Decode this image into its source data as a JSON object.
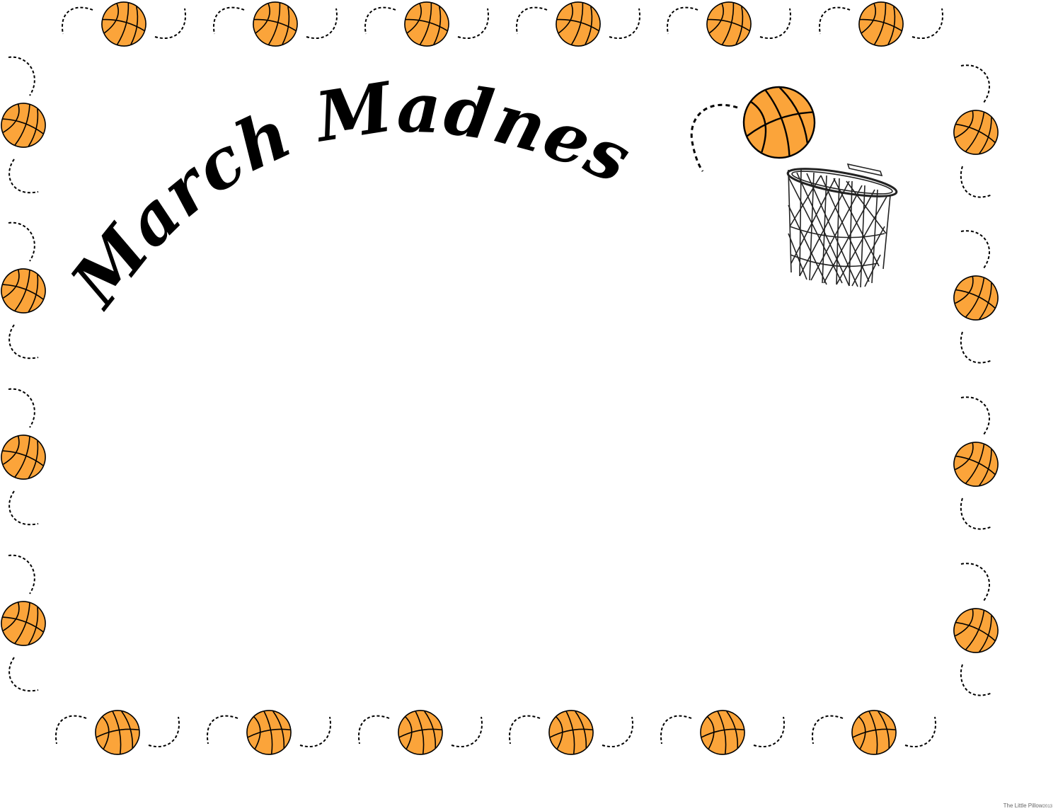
{
  "title": "March Madness",
  "credit": {
    "name": "The Little Pillow",
    "year": "2013"
  },
  "colors": {
    "ball_fill": "#FBA43A",
    "ball_line": "#000000",
    "trail": "#000000",
    "text": "#000000"
  },
  "icons": [
    "basketball-icon",
    "basketball-hoop-icon",
    "dashed-swirl-trail"
  ]
}
